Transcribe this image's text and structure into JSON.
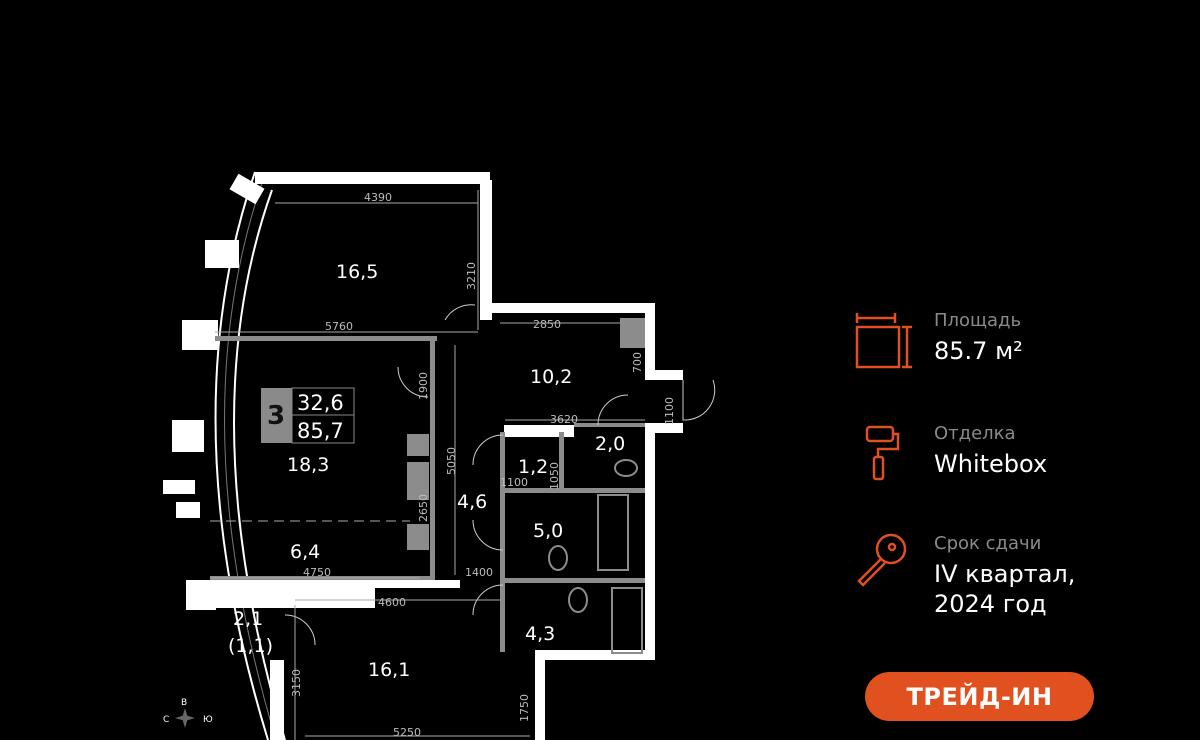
{
  "plan": {
    "rooms": {
      "r1": "16,5",
      "r2": "18,3",
      "r3": "6,4",
      "r4": "10,2",
      "r5": "2,0",
      "r6": "1,2",
      "r7": "4,6",
      "r8": "5,0",
      "r9": "4,3",
      "r10": "16,1",
      "r11": "2,1",
      "r11b": "(1,1)"
    },
    "dims": {
      "d1": "4390",
      "d2": "3210",
      "d3": "5760",
      "d4": "2850",
      "d5": "700",
      "d6": "1100",
      "d7": "3620",
      "d8": "1900",
      "d9": "5050",
      "d10": "1050",
      "d11": "1100",
      "d12": "2650",
      "d13": "4750",
      "d14": "1400",
      "d15": "4600",
      "d16": "3150",
      "d17": "1750",
      "d18": "5250"
    },
    "badge": {
      "rooms": "3",
      "living": "32,6",
      "total": "85,7"
    },
    "compass": {
      "n": "В",
      "w": "С",
      "e": "Ю"
    }
  },
  "info": [
    {
      "icon": "area-icon",
      "label": "Площадь",
      "value": "85.7 м²"
    },
    {
      "icon": "paint-roller-icon",
      "label": "Отделка",
      "value": "Whitebox"
    },
    {
      "icon": "key-icon",
      "label": "Срок сдачи",
      "value": "IV квартал,",
      "value2": "2024 год"
    }
  ],
  "trade_in_label": "ТРЕЙД-ИН",
  "colors": {
    "accent": "#e1511f",
    "wall": "#ffffff",
    "inner_wall": "#8c8c8c"
  }
}
